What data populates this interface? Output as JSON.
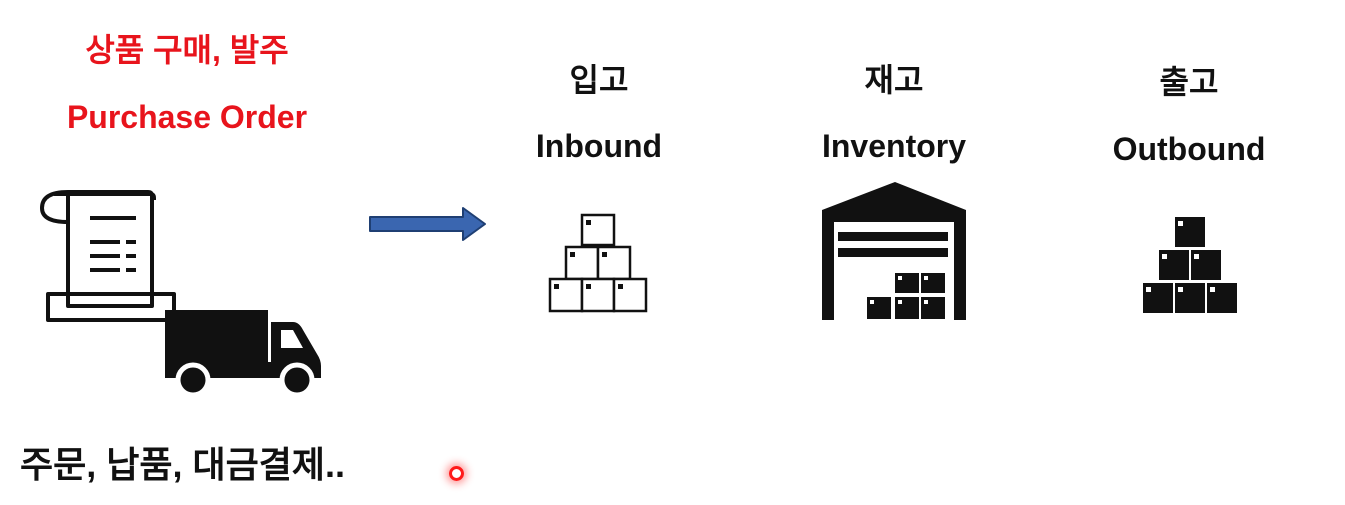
{
  "purchase": {
    "title_kr": "상품 구매, 발주",
    "title_en": "Purchase Order"
  },
  "stages": {
    "inbound": {
      "kr": "입고",
      "en": "Inbound"
    },
    "inventory": {
      "kr": "재고",
      "en": "Inventory"
    },
    "outbound": {
      "kr": "출고",
      "en": "Outbound"
    }
  },
  "footer": "주문, 납품, 대금결제..",
  "icons": {
    "document": "document-scroll-icon",
    "truck": "delivery-truck-icon",
    "arrow": "right-arrow-icon",
    "inbound": "stacked-boxes-outline-icon",
    "inventory": "warehouse-icon",
    "outbound": "stacked-boxes-filled-icon",
    "pointer": "red-cursor-dot"
  },
  "colors": {
    "accent_red": "#e8141c",
    "text": "#111111",
    "arrow_fill": "#3a66b0",
    "arrow_stroke": "#1f3f73",
    "cursor": "#ff1a1a"
  }
}
